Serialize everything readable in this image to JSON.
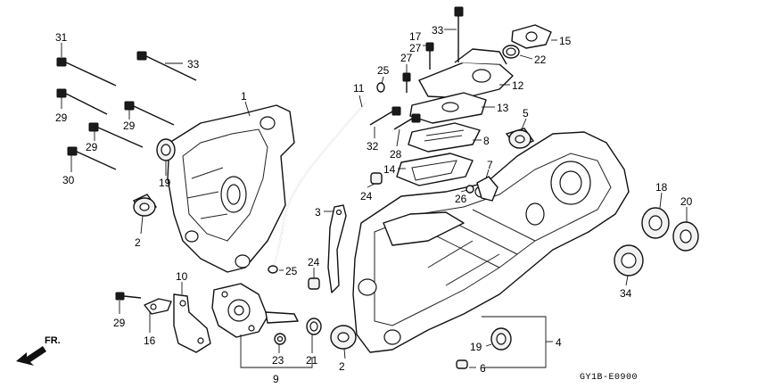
{
  "diagram": {
    "code": "GY1B-E0900",
    "front_label": "FR.",
    "callouts": {
      "c31": "31",
      "c33a": "33",
      "c1": "1",
      "c29a": "29",
      "c29b": "29",
      "c29c": "29",
      "c30": "30",
      "c19a": "19",
      "c2a": "2",
      "c11": "11",
      "c25a": "25",
      "c3": "3",
      "c24a": "24",
      "c25b": "25",
      "c10": "10",
      "c29d": "29",
      "c16": "16",
      "c23": "23",
      "c21": "21",
      "c9": "9",
      "c2b": "2",
      "c33b": "33",
      "c17": "17",
      "c27a": "27",
      "c27b": "27",
      "c12": "12",
      "c13": "13",
      "c32": "32",
      "c28": "28",
      "c8": "8",
      "c14": "14",
      "c24b": "24",
      "c26": "26",
      "c7": "7",
      "c5": "5",
      "c15": "15",
      "c22": "22",
      "c18": "18",
      "c20": "20",
      "c34": "34",
      "c4": "4",
      "c19b": "19",
      "c6": "6"
    }
  }
}
